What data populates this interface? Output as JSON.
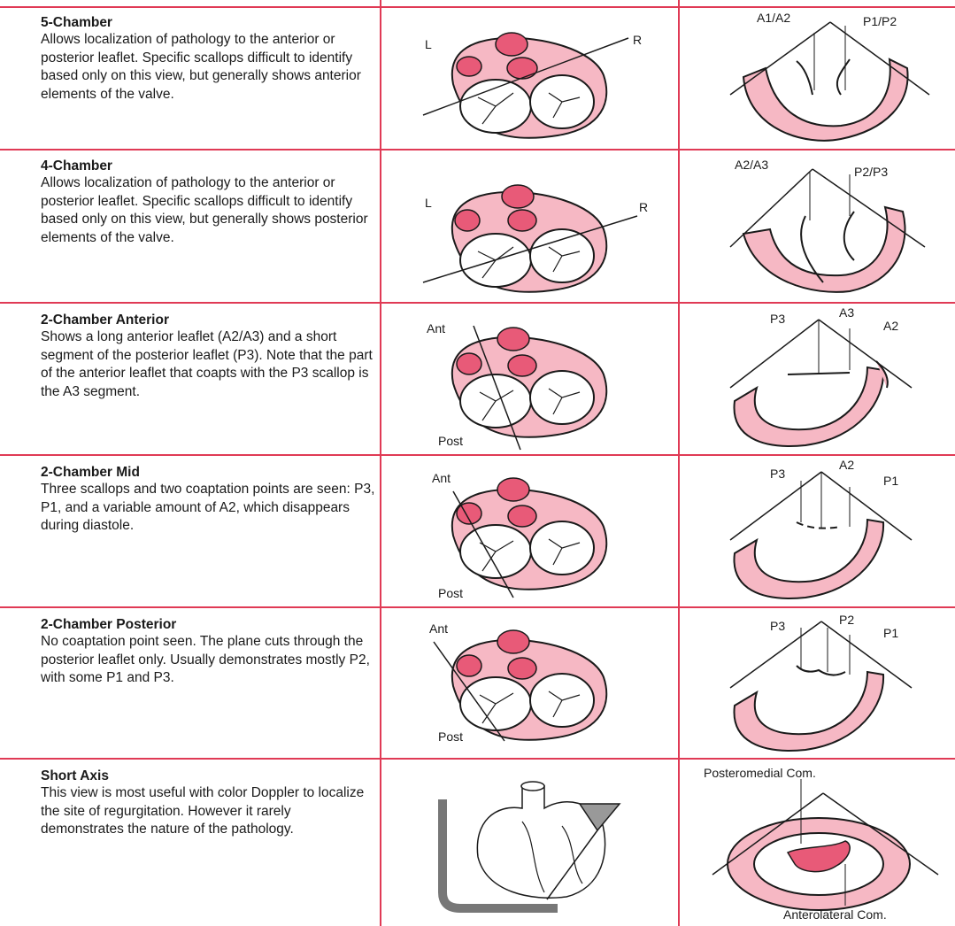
{
  "colors": {
    "pink": "#f6b8c4",
    "dark_pink": "#e85a78",
    "line": "#e03a55",
    "ink": "#1a1a1a"
  },
  "rows": [
    {
      "title": "5-Chamber",
      "desc": "Allows localization of pathology to the anterior or posterior leaflet. Specific scallops difficult to identify based only on this view, but generally shows anterior elements of the valve.",
      "valve_labels": {
        "left": "L",
        "right": "R"
      },
      "heart_labels": [
        "A1/A2",
        "P1/P2"
      ]
    },
    {
      "title": "4-Chamber",
      "desc": "Allows localization of pathology to the anterior or posterior leaflet. Specific scallops difficult to identify based only on this view, but generally shows posterior elements of the valve.",
      "valve_labels": {
        "left": "L",
        "right": "R"
      },
      "heart_labels": [
        "A2/A3",
        "P2/P3"
      ]
    },
    {
      "title": "2-Chamber Anterior",
      "desc": "Shows a long anterior leaflet (A2/A3) and a short segment of the posterior leaflet (P3). Note that the part of the anterior leaflet that coapts with the P3 scallop is the A3 segment.",
      "valve_labels": {
        "top": "Ant",
        "bottom": "Post"
      },
      "heart_labels": [
        "P3",
        "A3",
        "A2"
      ]
    },
    {
      "title": "2-Chamber Mid",
      "desc": "Three scallops and two coaptation points are seen: P3, P1, and a variable amount of A2, which disappears during diastole.",
      "valve_labels": {
        "top": "Ant",
        "bottom": "Post"
      },
      "heart_labels": [
        "P3",
        "A2",
        "P1"
      ]
    },
    {
      "title": "2-Chamber Posterior",
      "desc": "No coaptation point seen. The plane cuts through the posterior leaflet only. Usually demonstrates mostly P2, with some P1 and P3.",
      "valve_labels": {
        "top": "Ant",
        "bottom": "Post"
      },
      "heart_labels": [
        "P3",
        "P2",
        "P1"
      ]
    },
    {
      "title": "Short Axis",
      "desc": "This view is most useful with color Doppler to localize the site of regurgitation. However it rarely demonstrates the nature of the pathology.",
      "heart_labels": [
        "Posteromedial Com.",
        "Anterolateral Com."
      ]
    }
  ]
}
